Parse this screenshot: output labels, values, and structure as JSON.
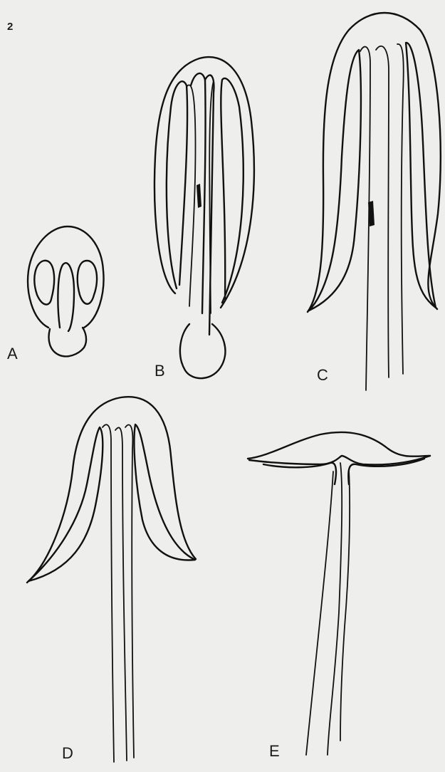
{
  "figure": {
    "number": "2",
    "panels": [
      {
        "id": "A",
        "label": "A"
      },
      {
        "id": "B",
        "label": "B"
      },
      {
        "id": "C",
        "label": "C"
      },
      {
        "id": "D",
        "label": "D"
      },
      {
        "id": "E",
        "label": "E"
      }
    ]
  },
  "colors": {
    "background": "#eeeeec",
    "ink": "#111111"
  }
}
